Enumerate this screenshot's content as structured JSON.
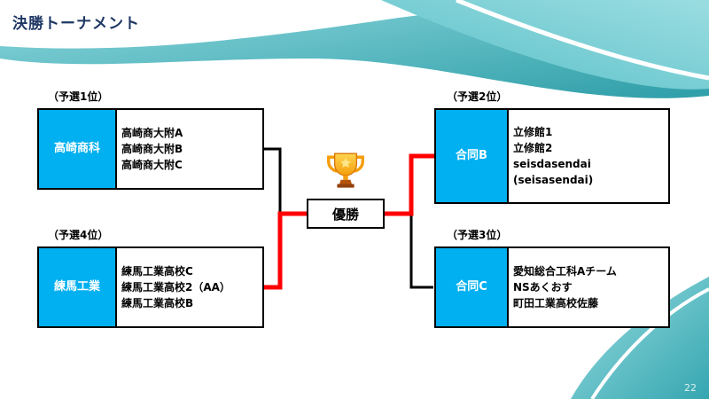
{
  "slide": {
    "title": "決勝トーナメント",
    "page_number": "22"
  },
  "center": {
    "champion_label": "優勝",
    "trophy_icon": "trophy"
  },
  "brackets": {
    "top_left": {
      "seed_label": "（予選1位）",
      "team": "高崎商科",
      "members": [
        "高崎商大附A",
        "高崎商大附B",
        "高崎商大附C"
      ]
    },
    "bottom_left": {
      "seed_label": "（予選4位）",
      "team": "練馬工業",
      "members": [
        "練馬工業高校C",
        "練馬工業高校2（AA）",
        "練馬工業高校B"
      ]
    },
    "top_right": {
      "seed_label": "（予選2位）",
      "team": "合同B",
      "members": [
        "立修館1",
        "立修館2",
        "seisdasendai",
        "(seisasendai)"
      ]
    },
    "bottom_right": {
      "seed_label": "（予選3位）",
      "team": "合同C",
      "members": [
        "愛知総合工科Aチーム",
        "NSあくおす",
        "町田工業高校佐藤"
      ]
    }
  },
  "colors": {
    "team_box_fill": "#00B0F0",
    "winner_line": "#FF0000",
    "connector_line": "#000000",
    "title_text": "#1F3864",
    "accent_teal": "#3FADB8"
  }
}
